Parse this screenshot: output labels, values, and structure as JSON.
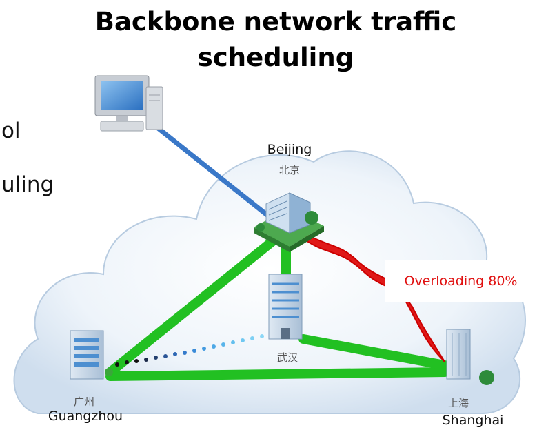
{
  "title_line1": "Backbone network traffic",
  "title_line2": "scheduling",
  "side_text": [
    "ol",
    "uling"
  ],
  "nodes": {
    "beijing": {
      "en": "Beijing",
      "zh": "北京"
    },
    "wuhan": {
      "zh": "武汉"
    },
    "guangzhou": {
      "en": "Guangzhou",
      "zh": "广州"
    },
    "shanghai": {
      "en": "Shanghai",
      "zh": "上海"
    }
  },
  "alert": {
    "label": "Overloading 80%"
  },
  "colors": {
    "normal_link": "#22c022",
    "overloaded_link": "#e01818",
    "access_link": "#3a78c8",
    "alert_text": "#e01010",
    "cloud": "#dce8f4"
  }
}
